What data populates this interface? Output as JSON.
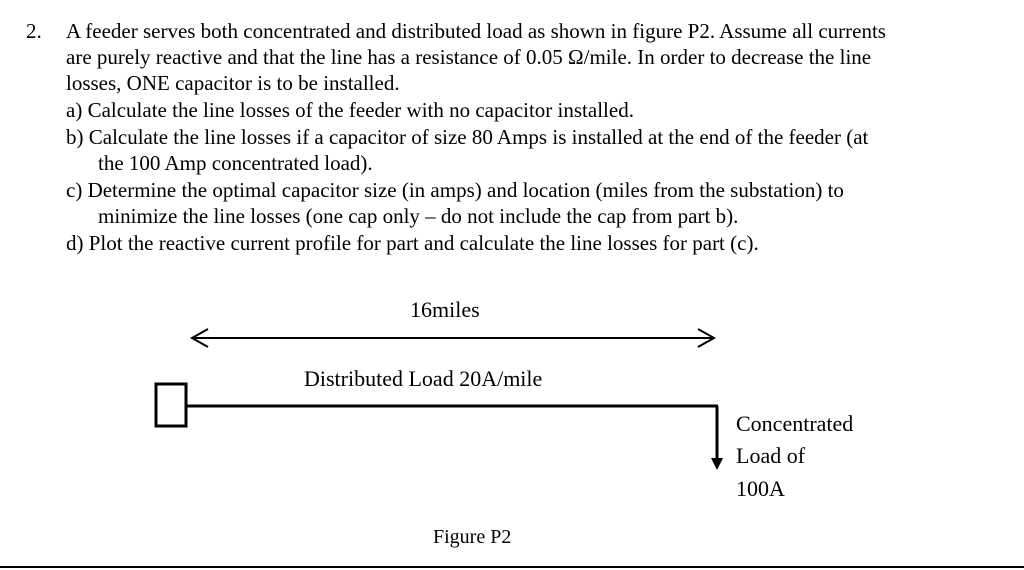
{
  "problem": {
    "number": "2.",
    "intro": [
      "A feeder serves both concentrated and distributed load as shown in figure P2.  Assume all currents",
      "are purely reactive and that the line has a resistance of 0.05 Ω/mile.  In order to decrease the line",
      "losses, ONE capacitor is to be installed."
    ],
    "parts": {
      "a": "a)  Calculate the line losses of the feeder with no capacitor installed.",
      "b1": "b)  Calculate the line losses if a capacitor of size 80 Amps is installed at the end of the feeder (at",
      "b2": "the 100 Amp concentrated load).",
      "c1": "c)  Determine the optimal capacitor size (in amps) and location (miles from the substation) to",
      "c2": "minimize the line losses (one cap only – do not include the cap from part b).",
      "d": "d)  Plot the reactive current profile for part and calculate the line losses for part (c)."
    }
  },
  "figure": {
    "length_label": "16miles",
    "distributed_label": "Distributed Load 20A/mile",
    "concentrated_label": [
      "Concentrated",
      "Load of",
      "100A"
    ],
    "caption": "Figure P2"
  }
}
